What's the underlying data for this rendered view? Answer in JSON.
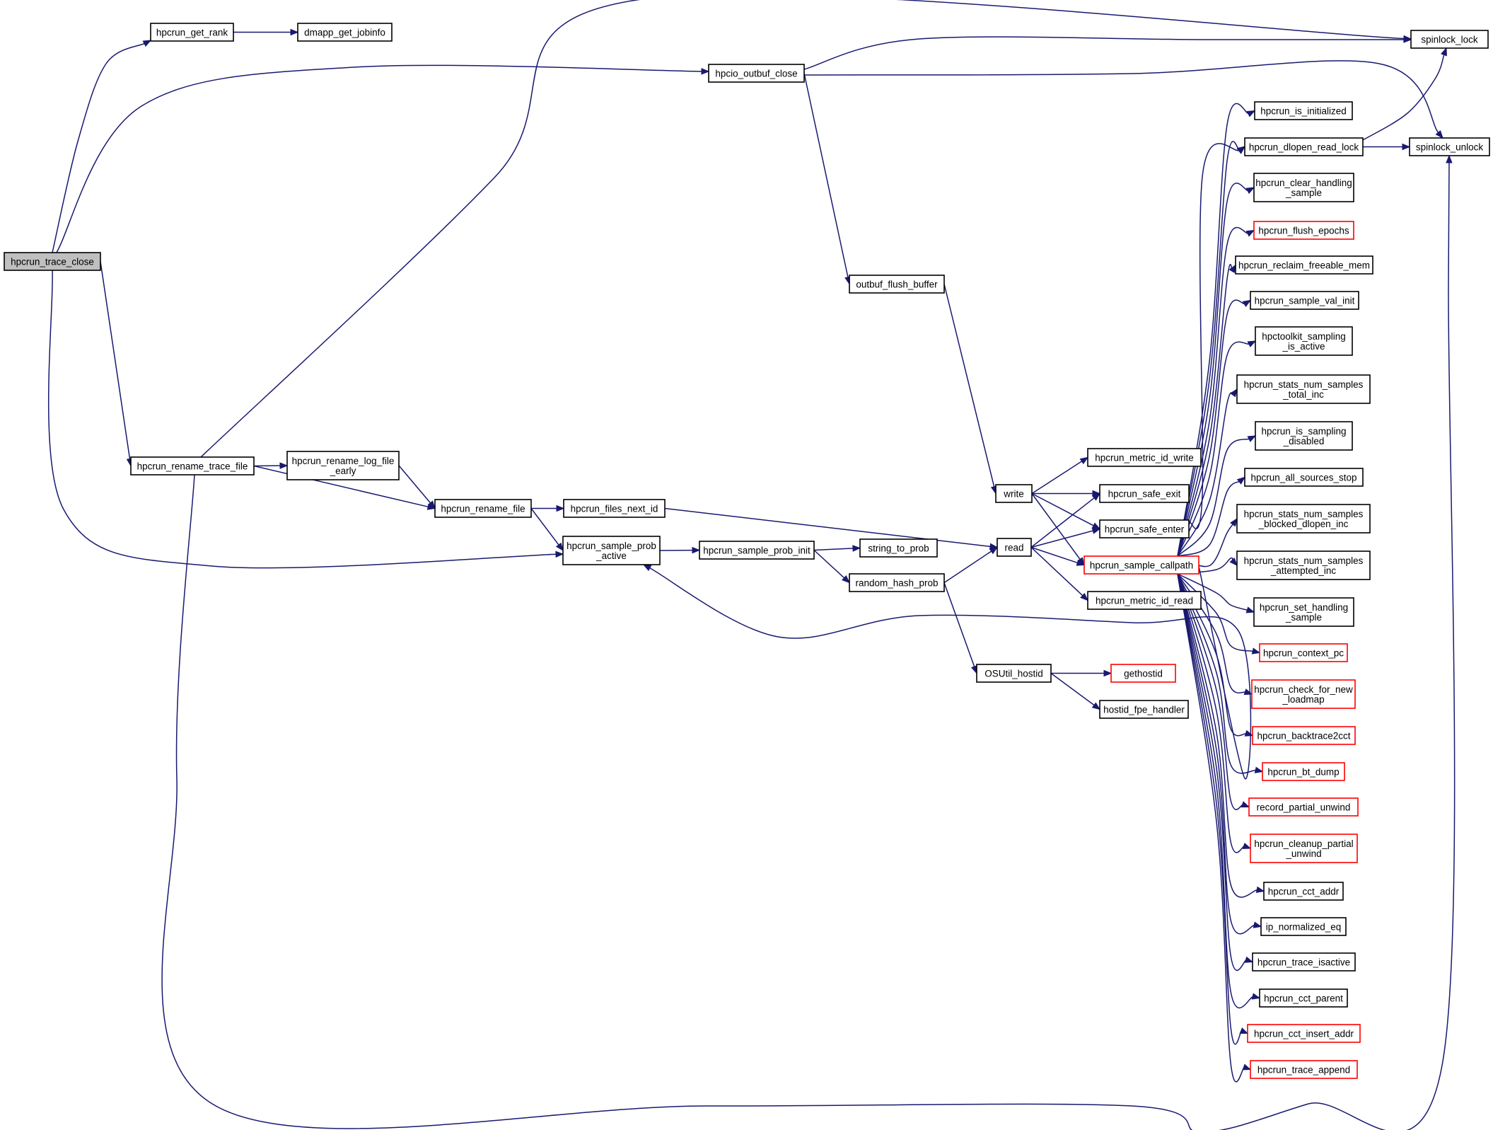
{
  "graph": {
    "title": "Call graph for hpcrun_trace_close",
    "colors": {
      "edge": "#191970",
      "root_fill": "#bfbfbf",
      "node_border": "#000000",
      "truncated_border": "#ff0000"
    },
    "nodes": [
      {
        "id": "trace_close",
        "lines": [
          "hpcrun_trace_close"
        ],
        "root": true
      },
      {
        "id": "get_rank",
        "lines": [
          "hpcrun_get_rank"
        ]
      },
      {
        "id": "jobinfo",
        "lines": [
          "dmapp_get_jobinfo"
        ]
      },
      {
        "id": "outbuf_close",
        "lines": [
          "hpcio_outbuf_close"
        ]
      },
      {
        "id": "spinlock_lock",
        "lines": [
          "spinlock_lock"
        ]
      },
      {
        "id": "spinlock_unlock",
        "lines": [
          "spinlock_unlock"
        ]
      },
      {
        "id": "outbuf_flush",
        "lines": [
          "outbuf_flush_buffer"
        ]
      },
      {
        "id": "rename_trace",
        "lines": [
          "hpcrun_rename_trace_file"
        ]
      },
      {
        "id": "rename_log",
        "lines": [
          "hpcrun_rename_log_file",
          "_early"
        ]
      },
      {
        "id": "rename_file",
        "lines": [
          "hpcrun_rename_file"
        ]
      },
      {
        "id": "files_next_id",
        "lines": [
          "hpcrun_files_next_id"
        ]
      },
      {
        "id": "prob_active",
        "lines": [
          "hpcrun_sample_prob",
          "_active"
        ]
      },
      {
        "id": "prob_init",
        "lines": [
          "hpcrun_sample_prob_init"
        ]
      },
      {
        "id": "string_to_prob",
        "lines": [
          "string_to_prob"
        ]
      },
      {
        "id": "random_hash",
        "lines": [
          "random_hash_prob"
        ]
      },
      {
        "id": "write",
        "lines": [
          "write"
        ]
      },
      {
        "id": "read",
        "lines": [
          "read"
        ]
      },
      {
        "id": "metric_write",
        "lines": [
          "hpcrun_metric_id_write"
        ]
      },
      {
        "id": "safe_exit",
        "lines": [
          "hpcrun_safe_exit"
        ]
      },
      {
        "id": "safe_enter",
        "lines": [
          "hpcrun_safe_enter"
        ]
      },
      {
        "id": "sample_callpath",
        "lines": [
          "hpcrun_sample_callpath"
        ],
        "truncated": true
      },
      {
        "id": "metric_read",
        "lines": [
          "hpcrun_metric_id_read"
        ]
      },
      {
        "id": "hostid",
        "lines": [
          "OSUtil_hostid"
        ]
      },
      {
        "id": "gethostid",
        "lines": [
          "gethostid"
        ],
        "truncated": true
      },
      {
        "id": "fpe_handler",
        "lines": [
          "hostid_fpe_handler"
        ]
      },
      {
        "id": "is_initialized",
        "lines": [
          "hpcrun_is_initialized"
        ]
      },
      {
        "id": "dlopen_lock",
        "lines": [
          "hpcrun_dlopen_read_lock"
        ]
      },
      {
        "id": "clear_handling",
        "lines": [
          "hpcrun_clear_handling",
          "_sample"
        ]
      },
      {
        "id": "flush_epochs",
        "lines": [
          "hpcrun_flush_epochs"
        ],
        "truncated": true
      },
      {
        "id": "reclaim",
        "lines": [
          "hpcrun_reclaim_freeable_mem"
        ]
      },
      {
        "id": "val_init",
        "lines": [
          "hpcrun_sample_val_init"
        ]
      },
      {
        "id": "sampling_active",
        "lines": [
          "hpctoolkit_sampling",
          "_is_active"
        ]
      },
      {
        "id": "total_inc",
        "lines": [
          "hpcrun_stats_num_samples",
          "_total_inc"
        ]
      },
      {
        "id": "is_sampling_disabled",
        "lines": [
          "hpcrun_is_sampling",
          "_disabled"
        ]
      },
      {
        "id": "sources_stop",
        "lines": [
          "hpcrun_all_sources_stop"
        ]
      },
      {
        "id": "blocked_inc",
        "lines": [
          "hpcrun_stats_num_samples",
          "_blocked_dlopen_inc"
        ]
      },
      {
        "id": "attempted_inc",
        "lines": [
          "hpcrun_stats_num_samples",
          "_attempted_inc"
        ]
      },
      {
        "id": "set_handling",
        "lines": [
          "hpcrun_set_handling",
          "_sample"
        ]
      },
      {
        "id": "context_pc",
        "lines": [
          "hpcrun_context_pc"
        ],
        "truncated": true
      },
      {
        "id": "check_loadmap",
        "lines": [
          "hpcrun_check_for_new",
          "_loadmap"
        ],
        "truncated": true
      },
      {
        "id": "backtrace2cct",
        "lines": [
          "hpcrun_backtrace2cct"
        ],
        "truncated": true
      },
      {
        "id": "bt_dump",
        "lines": [
          "hpcrun_bt_dump"
        ],
        "truncated": true
      },
      {
        "id": "record_partial",
        "lines": [
          "record_partial_unwind"
        ],
        "truncated": true
      },
      {
        "id": "cleanup_partial",
        "lines": [
          "hpcrun_cleanup_partial",
          "_unwind"
        ],
        "truncated": true
      },
      {
        "id": "cct_addr",
        "lines": [
          "hpcrun_cct_addr"
        ]
      },
      {
        "id": "ip_eq",
        "lines": [
          "ip_normalized_eq"
        ]
      },
      {
        "id": "trace_isactive",
        "lines": [
          "hpcrun_trace_isactive"
        ]
      },
      {
        "id": "cct_parent",
        "lines": [
          "hpcrun_cct_parent"
        ]
      },
      {
        "id": "cct_insert",
        "lines": [
          "hpcrun_cct_insert_addr"
        ],
        "truncated": true
      },
      {
        "id": "trace_append",
        "lines": [
          "hpcrun_trace_append"
        ],
        "truncated": true
      }
    ],
    "edges": [
      [
        "trace_close",
        "get_rank"
      ],
      [
        "trace_close",
        "outbuf_close"
      ],
      [
        "trace_close",
        "rename_trace"
      ],
      [
        "trace_close",
        "prob_active"
      ],
      [
        "get_rank",
        "jobinfo"
      ],
      [
        "outbuf_close",
        "spinlock_lock"
      ],
      [
        "outbuf_close",
        "spinlock_unlock"
      ],
      [
        "outbuf_close",
        "outbuf_flush"
      ],
      [
        "outbuf_flush",
        "write"
      ],
      [
        "rename_trace",
        "spinlock_lock"
      ],
      [
        "rename_trace",
        "spinlock_unlock"
      ],
      [
        "rename_trace",
        "rename_log"
      ],
      [
        "rename_trace",
        "rename_file"
      ],
      [
        "rename_log",
        "rename_file"
      ],
      [
        "rename_file",
        "files_next_id"
      ],
      [
        "rename_file",
        "prob_active"
      ],
      [
        "files_next_id",
        "read"
      ],
      [
        "prob_active",
        "prob_init"
      ],
      [
        "prob_init",
        "string_to_prob"
      ],
      [
        "prob_init",
        "random_hash"
      ],
      [
        "random_hash",
        "read"
      ],
      [
        "random_hash",
        "hostid"
      ],
      [
        "hostid",
        "gethostid"
      ],
      [
        "hostid",
        "fpe_handler"
      ],
      [
        "write",
        "metric_write"
      ],
      [
        "write",
        "safe_exit"
      ],
      [
        "write",
        "safe_enter"
      ],
      [
        "write",
        "sample_callpath"
      ],
      [
        "read",
        "safe_exit"
      ],
      [
        "read",
        "safe_enter"
      ],
      [
        "read",
        "sample_callpath"
      ],
      [
        "read",
        "metric_read"
      ],
      [
        "safe_enter",
        "dlopen_lock"
      ],
      [
        "dlopen_lock",
        "spinlock_lock"
      ],
      [
        "dlopen_lock",
        "spinlock_unlock"
      ],
      [
        "sample_callpath",
        "prob_active"
      ],
      [
        "sample_callpath",
        "is_initialized"
      ],
      [
        "sample_callpath",
        "dlopen_lock"
      ],
      [
        "sample_callpath",
        "clear_handling"
      ],
      [
        "sample_callpath",
        "flush_epochs"
      ],
      [
        "sample_callpath",
        "reclaim"
      ],
      [
        "sample_callpath",
        "val_init"
      ],
      [
        "sample_callpath",
        "sampling_active"
      ],
      [
        "sample_callpath",
        "total_inc"
      ],
      [
        "sample_callpath",
        "is_sampling_disabled"
      ],
      [
        "sample_callpath",
        "sources_stop"
      ],
      [
        "sample_callpath",
        "blocked_inc"
      ],
      [
        "sample_callpath",
        "attempted_inc"
      ],
      [
        "sample_callpath",
        "set_handling"
      ],
      [
        "sample_callpath",
        "context_pc"
      ],
      [
        "sample_callpath",
        "check_loadmap"
      ],
      [
        "sample_callpath",
        "backtrace2cct"
      ],
      [
        "sample_callpath",
        "bt_dump"
      ],
      [
        "sample_callpath",
        "record_partial"
      ],
      [
        "sample_callpath",
        "cleanup_partial"
      ],
      [
        "sample_callpath",
        "cct_addr"
      ],
      [
        "sample_callpath",
        "ip_eq"
      ],
      [
        "sample_callpath",
        "trace_isactive"
      ],
      [
        "sample_callpath",
        "cct_parent"
      ],
      [
        "sample_callpath",
        "cct_insert"
      ],
      [
        "sample_callpath",
        "trace_append"
      ]
    ]
  }
}
